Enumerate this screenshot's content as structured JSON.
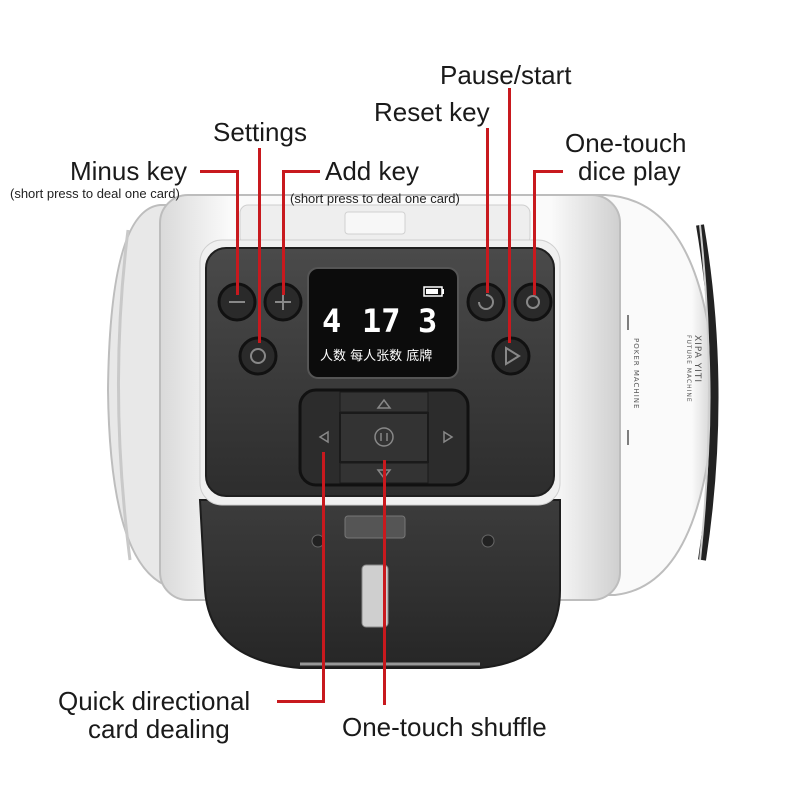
{
  "labels": {
    "pause_start": "Pause/start",
    "reset_key": "Reset key",
    "settings": "Settings",
    "one_touch_dice_line1": "One-touch",
    "one_touch_dice_line2": "dice play",
    "minus_key": "Minus key",
    "minus_key_sub": "(short press to deal one card)",
    "add_key": "Add key",
    "add_key_sub": "(short press to deal one card)",
    "quick_dealing_line1": "Quick directional",
    "quick_dealing_line2": "card dealing",
    "one_touch_shuffle": "One-touch shuffle"
  },
  "display": {
    "players": "4",
    "cards_per_player": "17",
    "bottom_cards": "3",
    "caption": "人数 每人张数 底牌"
  },
  "device_side_text": {
    "brand": "XIPA YITI",
    "brand_sub": "FUTURE MACHINE",
    "model": "POKER MACHINE"
  },
  "colors": {
    "callout_line": "#c8191e",
    "panel": "#3a3a3a",
    "body": "#f3f3f3"
  }
}
